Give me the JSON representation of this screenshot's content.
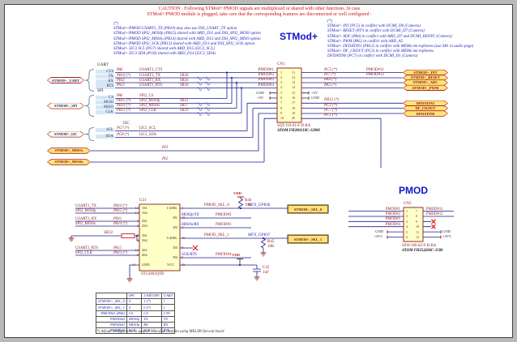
{
  "caution": {
    "line1": "CAUTION : Following STMod+/PMOD signals are multiplexed or shared with other functions. In case",
    "line2": "STMod+/PMOD module is plugged, take care that the corresponding features are disconnected or well configured :"
  },
  "notes_left": {
    "mark": "(*)",
    "lines": [
      "STMod+/PMOD USART3_TX (PB10) may also use DSI_USART_TX option",
      "STMod+/PMOD SPI2_MOSIp (PB15) shared with ARD_D11 and DSI_SPI2_MOSI option",
      "STMod+/PMOD SPI2_MISOs (PB14) shared with ARD_D12 and DSI_SPI2_MISO option",
      "STMod+/PMOD SPI2_SCK (PB13) shared with ARD_D13 and DSI_SPI2_SCK option",
      "STMod+ I2C3 SCL (PG7) shared with ARD_D15 (I2C3_SCL)",
      "STMod+ I2C3 SDA (PG8) shared with ARD_D14 (I2C3_SDA)"
    ]
  },
  "notes_right": {
    "mark": "(*)",
    "lines": [
      "STMod+ INT (PC5) in conflict with DCMI_D0 (Camera)",
      "STMod+ RESET (PI7) in conflict with DCMI_D7 (Camera)",
      "STMod+ ADC (PA4) in conflict with ARD_D7 and DCMI_HSYNC (Camera)",
      "STMod+ PWM (PA5) in conflict with ARD_A5",
      "STMod+ DFDATIN1 (PB12) in conflict with MEMs microphones (use SB1 in audio page)",
      "STMod+ DF_CKOUT (PC2) in conflict with MEMs microphones",
      "DFDATIN0 (PC7) in conflict with DCMI_D1 (Camera)"
    ]
  },
  "stmod_title": "STMod+",
  "pmod_title": "PMOD",
  "harness": {
    "uart": {
      "tag": "STMOD+_UART",
      "group": "UART",
      "pins": [
        "CTS",
        "TX",
        "RX",
        "RTS"
      ],
      "rows": [
        {
          "pin": "PA6",
          "net": "USART3_CTS",
          "sr": ""
        },
        {
          "pin": "PB10 (*)",
          "net": "USART3_TX",
          "sr": "SR20"
        },
        {
          "pin": "PB11",
          "net": "USART3_RX",
          "sr": "SR16"
        },
        {
          "pin": "PA15",
          "net": "USART3_RTS",
          "sr": "SR18"
        }
      ]
    },
    "spi": {
      "tag": "STMOD+_SPI",
      "group": "SPI",
      "pins": [
        "CS",
        "MOSI",
        "MISO",
        "CLK"
      ],
      "rows": [
        {
          "pin": "PA6",
          "net": "SPI2_CS",
          "sr": ""
        },
        {
          "pin": "PB15 (*)",
          "net": "SPI2_MOSIp",
          "sr": "SR21"
        },
        {
          "pin": "PB14 (*)",
          "net": "SPI2_MISOs",
          "sr": "SR17"
        },
        {
          "pin": "PB13 (*)",
          "net": "SPI2_CLK",
          "sr": "SR19"
        }
      ]
    },
    "i2c": {
      "tag": "STMOD+_I2C",
      "group": "I2C",
      "pins": [
        "SCL",
        "SDA"
      ],
      "rows": [
        {
          "pin": "PG7 (*)",
          "net": "I2C3_SCL",
          "sr": ""
        },
        {
          "pin": "PG8 (*)",
          "net": "I2C3_SDA",
          "sr": ""
        }
      ]
    },
    "misos": {
      "tag": "STMOD+_MISOs",
      "net": "PI3"
    },
    "mosis": {
      "tag": "STMOD+_MOSIs",
      "net": "PI2"
    }
  },
  "cn1": {
    "ref": "CN1",
    "part": "SQT-110-01-F-D-RA",
    "mfr": "ATOM FH200210C-12000",
    "pins_left": [
      "1",
      "2",
      "3",
      "4",
      "5",
      "6",
      "7",
      "8",
      "9",
      "10"
    ],
    "pins_right": [
      "11",
      "12",
      "13",
      "14",
      "15",
      "16",
      "17",
      "18",
      "19",
      "20"
    ],
    "left_nets": [
      "PMOD#1",
      "PMOD#2",
      "PMOD#3",
      "PMOD#4"
    ],
    "left_gnd": "GND",
    "left_5v": "+5V",
    "right_5v": "+5V",
    "right_gnd": "GND",
    "right_rows": [
      {
        "net": "PC5 (*)",
        "extra": "PMOD#11",
        "tag": "STMOD+_INT"
      },
      {
        "net": "PI7 (*)",
        "extra": "PMOD#12",
        "tag": "STMOD+_RESET"
      },
      {
        "net": "PA4 (*)",
        "extra": "",
        "tag": "STMOD+_ADC"
      },
      {
        "net": "PA5 (*)",
        "extra": "",
        "tag": "STMOD+_PWM"
      }
    ],
    "df_rows": [
      {
        "net": "PB12 (*)",
        "tag": "DFDATIN1"
      },
      {
        "net": "PC2 (*)",
        "tag": "DF_CKOUT"
      },
      {
        "net": "PC7 (*)",
        "tag": "DFDATIN0"
      }
    ],
    "last_net": "PC1 (*)"
  },
  "mux": {
    "ref": "U21",
    "part": "STG3692QTR",
    "left_pins": [
      {
        "num": "13",
        "name": "1S1"
      },
      {
        "num": "14",
        "name": "1S2"
      },
      {
        "num": "3",
        "name": "2S1"
      },
      {
        "num": "2",
        "name": "2S2"
      },
      {
        "num": "7",
        "name": "3S1"
      },
      {
        "num": "6",
        "name": "3S2"
      },
      {
        "num": "12",
        "name": "4S1"
      },
      {
        "num": "9",
        "name": "4S2"
      }
    ],
    "right_pins": [
      {
        "num": "1",
        "name": "1-2SEL"
      },
      {
        "num": "15",
        "name": "D1"
      },
      {
        "num": "4",
        "name": "D2"
      },
      {
        "num": "10",
        "name": "3-4SEL"
      },
      {
        "num": "8",
        "name": "D3"
      },
      {
        "num": "5",
        "name": "D4"
      }
    ],
    "gnd_num": "11",
    "gnd_name": "GND",
    "vcc_num": "16",
    "vcc_name": "VCC",
    "inputs": [
      {
        "net": "USART3_TX",
        "pin": "PB10 (*)"
      },
      {
        "net": "SPI2_MOSIp",
        "pin": "PB15 (*)"
      },
      {
        "net": "USART3_RX",
        "pin": "PB11"
      },
      {
        "net": "SPI2_MISOs",
        "pin": "PB14 (*)"
      },
      {
        "net": "USART3_RTS",
        "pin": "PA15"
      },
      {
        "net": "SPI2_CLK",
        "pin": "PB13 (*)"
      }
    ],
    "sr22": "SR22",
    "sel0": {
      "net": "PMOD_SEL_0",
      "gpio": "MFX_GPIO6",
      "tag": "STMOD+_SEL_0",
      "res": "R44",
      "val": "10K",
      "pwr": "VDD"
    },
    "sel1": {
      "net": "PMOD_SEL_1",
      "gpio": "MFX_GPIO7",
      "tag": "STMOD+_SEL_1",
      "res": "R45",
      "val": "10K"
    },
    "d1": {
      "label": "MOSIp/TX",
      "net": "PMOD#2"
    },
    "d2": {
      "label": "MISOs/RX",
      "net": "PMOD#3"
    },
    "d4": {
      "label": "SCK/RTS",
      "net": "PMOD#4"
    },
    "cap": {
      "ref": "C43",
      "val": "1uF",
      "pwr": "VDD"
    }
  },
  "cn3": {
    "ref": "CN3",
    "part": "SSW-106-02-F-D-RA",
    "mfr": "ATOM FH254206C-1500",
    "pins_left": [
      "1",
      "2",
      "3",
      "4",
      "5",
      "6"
    ],
    "pins_right": [
      "7",
      "8",
      "9",
      "10",
      "11",
      "12"
    ],
    "left_nets": [
      "PMOD#1",
      "PMOD#2",
      "PMOD#3",
      "PMOD#4"
    ],
    "left_gnd": "GND",
    "left_3v3": "+3V3",
    "right_nets": [
      "PMOD#11",
      "PMOD#12"
    ],
    "right_gnd": "GND",
    "right_3v3": "+3V3"
  },
  "table": {
    "headers": {
      "h1": "SPI",
      "h2": "UART/SPI",
      "h3": "UART"
    },
    "rows": [
      {
        "c0": "STMOD+_SEL_0",
        "c1": "0",
        "c2": "1 (*)",
        "c3": "1"
      },
      {
        "c0": "STMOD+_SEL_1",
        "c1": "0",
        "c2": "0 (*)",
        "c3": "1"
      },
      {
        "c0": "PMOD#1 (PA6)",
        "c1": "CS",
        "c2": "CS",
        "c3": "CTS"
      },
      {
        "c0": "PMOD#2",
        "c1": "MOSIp",
        "c2": "TX",
        "c3": "TX"
      },
      {
        "c0": "PMOD#3",
        "c1": "MISOp",
        "c2": "RX",
        "c3": "RX"
      },
      {
        "c0": "PMOD#4",
        "c1": "SCK",
        "c2": "SCK",
        "c3": "RTS"
      }
    ],
    "footnote": "(*) default configuration to support MikroBus modules using MB1280 fan-out board"
  }
}
